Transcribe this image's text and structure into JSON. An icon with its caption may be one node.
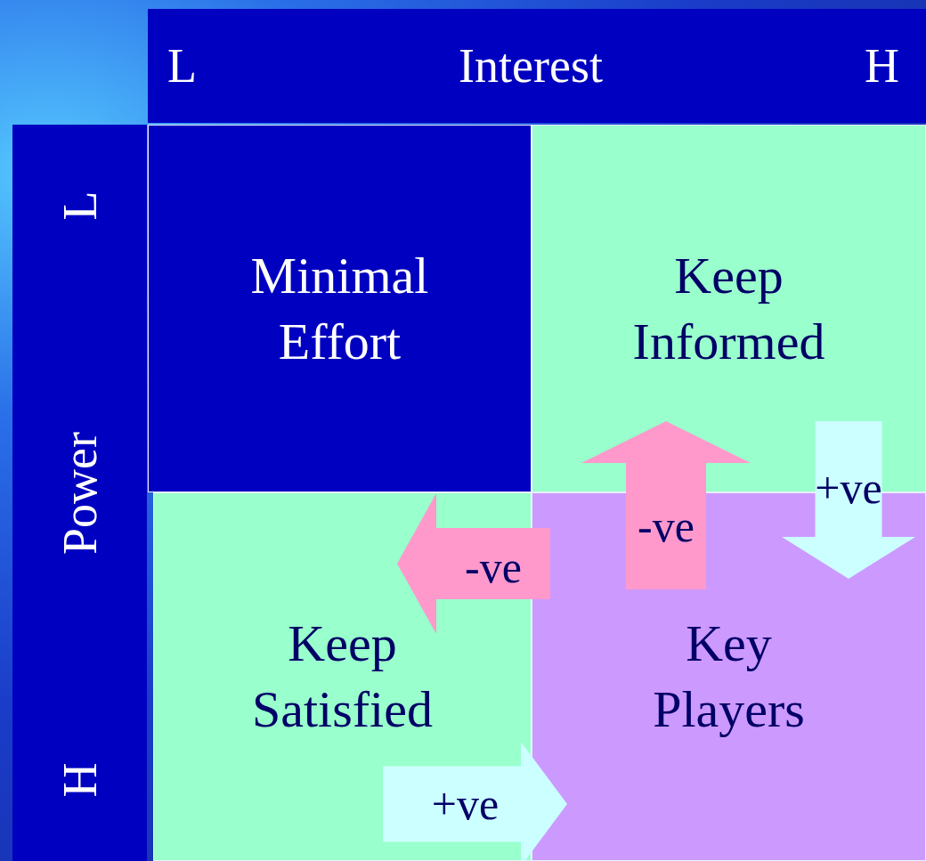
{
  "diagram": {
    "nodes": [
      {
        "text": [
          "L",
          "Interest",
          "H"
        ]
      },
      {
        "text": [
          "L",
          "Power",
          "H"
        ]
      },
      {
        "text": [
          "Minimal Effort"
        ]
      },
      {
        "text": [
          "Keep Informed"
        ]
      },
      {
        "text": [
          "Keep Satisfied"
        ]
      },
      {
        "text": [
          "Key Players"
        ]
      }
    ],
    "edges": [
      {
        "from": 4,
        "to": 5,
        "arrow": "to",
        "label": "+ve",
        "color": "#ccffff"
      },
      {
        "from": 5,
        "to": 4,
        "arrow": "to",
        "label": "-ve",
        "color": "#ff99cc"
      },
      {
        "from": 5,
        "to": 3,
        "arrow": "to",
        "label": "-ve",
        "color": "#ff99cc"
      },
      {
        "from": 3,
        "to": 5,
        "arrow": "to",
        "label": "+ve",
        "color": "#ccffff"
      }
    ]
  }
}
